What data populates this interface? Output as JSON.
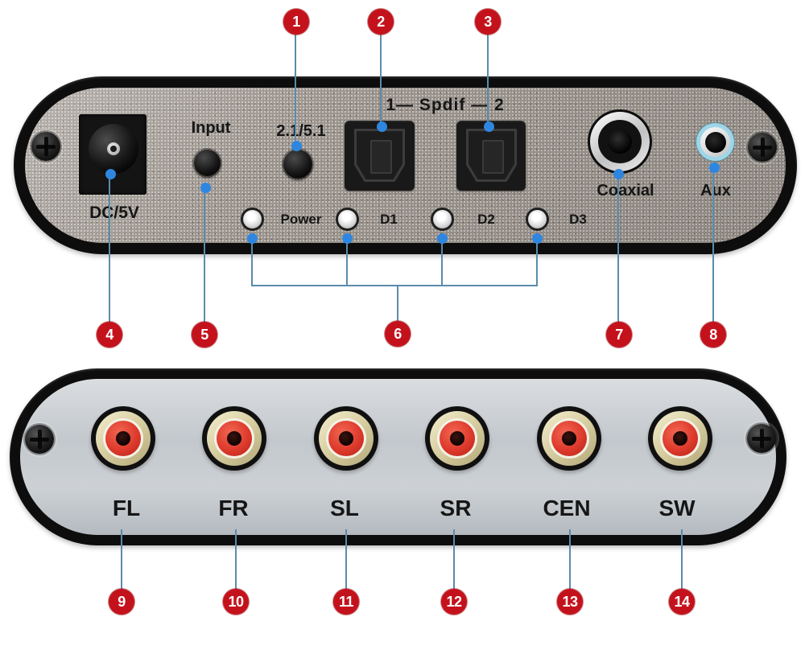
{
  "back_panel": {
    "dc_label": "DC/5V",
    "input_label": "Input",
    "mode_label": "2.1/5.1",
    "spdif_label": "1— Spdif — 2",
    "coaxial_label": "Coaxial",
    "aux_label": "Aux",
    "led_labels": [
      "Power",
      "D1",
      "D2",
      "D3"
    ]
  },
  "front_panel": {
    "rca_labels": [
      "FL",
      "FR",
      "SL",
      "SR",
      "CEN",
      "SW"
    ]
  },
  "callouts": [
    "1",
    "2",
    "3",
    "4",
    "5",
    "6",
    "7",
    "8",
    "9",
    "10",
    "11",
    "12",
    "13",
    "14"
  ],
  "colors": {
    "callout_red": "#c4121c",
    "leader_blue": "#5b8bab",
    "anchor_dot_blue": "#2e86e0",
    "aux_ring_cyan": "#9ed6e8",
    "rca_red": "#dd3a2c",
    "back_panel_gray": "#9c958e",
    "front_panel_silver": "#c7ccd1",
    "shell_black": "#0d0d0d"
  }
}
